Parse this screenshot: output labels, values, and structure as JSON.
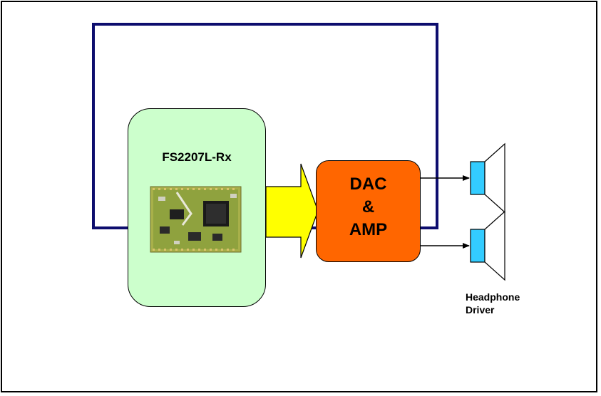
{
  "module": {
    "label": "FS2207L-Rx"
  },
  "dac": {
    "lines": [
      "DAC",
      "&",
      "AMP"
    ]
  },
  "output": {
    "lines": [
      "Headphone",
      "Driver"
    ]
  },
  "colors": {
    "module_fill": "#ccffcc",
    "board_border": "#0d0d6e",
    "dac_fill": "#ff6600",
    "arrow_fill": "#ffff00",
    "speaker_fill": "#33ccff",
    "pcb_fill": "#a8b04a"
  },
  "icons": {
    "pcb": "pcb-module-photo",
    "speaker": "speaker-icon"
  }
}
